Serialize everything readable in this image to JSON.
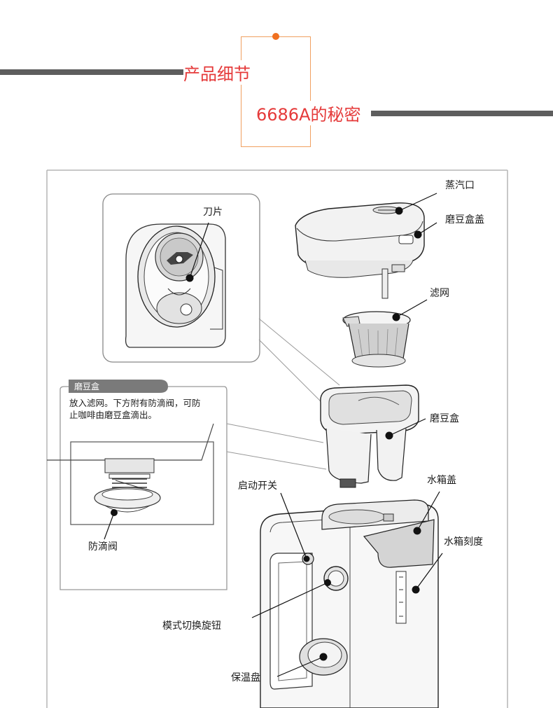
{
  "header": {
    "title": "产品细节",
    "subtitle": "6686A的秘密",
    "accent_color": "#e53a3a",
    "bar_color": "#5e5e5e",
    "dot_color": "#f07020"
  },
  "diagram": {
    "labels": {
      "steam_port": "蒸汽口",
      "grinder_lid": "磨豆盒盖",
      "filter": "滤网",
      "blade": "刀片",
      "grinder_box": "磨豆盒",
      "tank_lid": "水箱盖",
      "start_switch": "启动开关",
      "tank_scale": "水箱刻度",
      "mode_knob": "模式切换旋钮",
      "warming_plate": "保温盘"
    },
    "detail_box": {
      "tag": "磨豆盒",
      "note_line1": "放入滤网。下方附有防滴阀，可防",
      "note_line2": "止咖啡由磨豆盒滴出。",
      "valve_label": "防滴阀"
    }
  }
}
